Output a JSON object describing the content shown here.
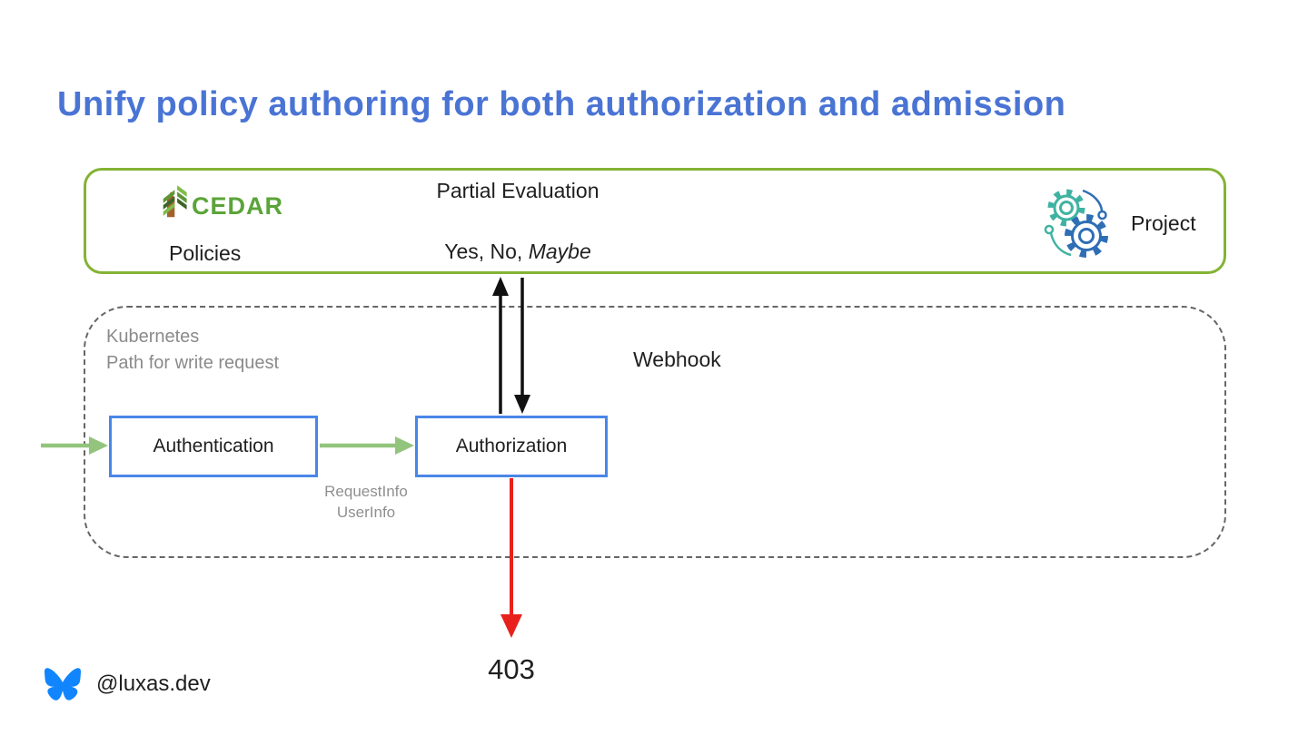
{
  "title": "Unify policy authoring for both authorization and admission",
  "cedar_panel": {
    "logo_text": "CEDAR",
    "policies_label": "Policies",
    "partial_evaluation": "Partial Evaluation",
    "answers_prefix": "Yes, No, ",
    "answers_italic": "Maybe",
    "project_label": "Project"
  },
  "kubernetes_panel": {
    "caption_line1": "Kubernetes",
    "caption_line2": "Path for write request",
    "webhook_label": "Webhook",
    "authentication_label": "Authentication",
    "authorization_label": "Authorization",
    "request_info": "RequestInfo",
    "user_info": "UserInfo"
  },
  "result_label": "403",
  "footer": {
    "handle": "@luxas.dev"
  },
  "icons": {
    "cedar_tree": "cedar-tree-icon",
    "project_gears": "project-gears-icon",
    "bluesky": "bluesky-butterfly-icon"
  },
  "colors": {
    "title_blue": "#4a74d4",
    "panel_green_border": "#84b334",
    "box_blue_border": "#4a86e8",
    "arrow_green": "#93c47d",
    "arrow_black": "#111111",
    "arrow_red": "#e8211d",
    "gray_text": "#8a8a8a",
    "dashed_border": "#666666",
    "cedar_green": "#5ba439",
    "cedar_dark_green": "#3d6526",
    "cedar_light_green": "#7fbc49",
    "cedar_trunk_brown": "#a1622e",
    "gear_teal": "#3fb3a2",
    "gear_blue": "#2f6eb5",
    "bluesky_blue": "#1185fe"
  }
}
